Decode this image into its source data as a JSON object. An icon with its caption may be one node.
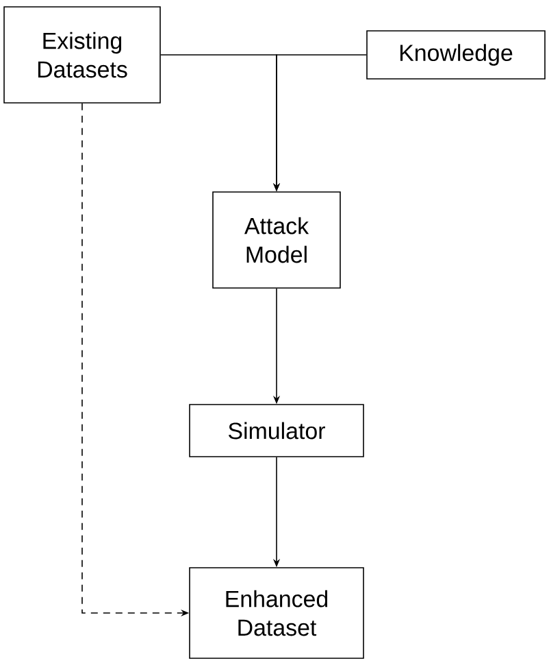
{
  "diagram": {
    "nodes": [
      {
        "text": [
          "Existing Datasets"
        ]
      },
      {
        "text": [
          "Knowledge"
        ]
      },
      {
        "text": [
          "Attack Model"
        ]
      },
      {
        "text": [
          "Simulator"
        ]
      },
      {
        "text": [
          "Enhanced Dataset"
        ]
      }
    ],
    "edges": [
      {
        "from": 0,
        "to": 2,
        "arrow": "to"
      },
      {
        "from": 1,
        "to": 2,
        "arrow": "to"
      },
      {
        "from": 2,
        "to": 3,
        "arrow": "to"
      },
      {
        "from": 3,
        "to": 4,
        "arrow": "to"
      },
      {
        "from": 0,
        "to": 4,
        "arrow": "to",
        "style": "dashed"
      }
    ]
  }
}
